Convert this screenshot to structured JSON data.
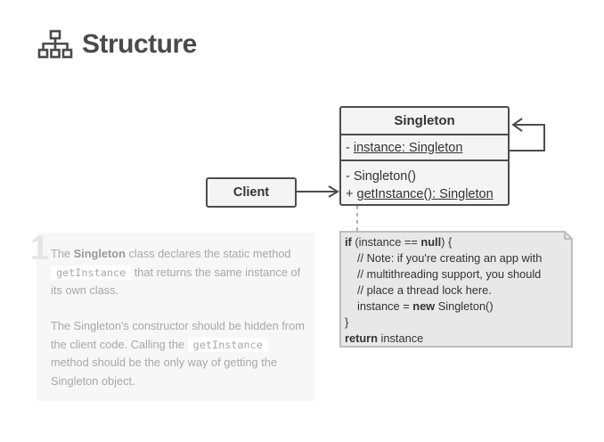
{
  "header": {
    "title": "Structure",
    "icon": "hierarchy-icon"
  },
  "diagram": {
    "singleton_class": {
      "name": "Singleton",
      "attribute": "- instance: Singleton",
      "methods": [
        "- Singleton()",
        "+ getInstance(): Singleton"
      ]
    },
    "client_box": {
      "name": "Client"
    },
    "note": {
      "lines": [
        {
          "kw": "if",
          "text": " (instance == "
        },
        {
          "text": "// Note: if you're creating an app with"
        },
        {
          "text": "// multithreading support, you should"
        },
        {
          "text": "// place a thread lock here."
        },
        {
          "text": "instance = "
        },
        {
          "text": "}"
        },
        {
          "kw": "return",
          "text": " instance"
        }
      ],
      "kw_null": "null",
      "tail_if": ") {",
      "kw_new": "new",
      "tail_new": " Singleton()"
    }
  },
  "description": {
    "number": "1",
    "p1": {
      "pre": "The ",
      "bold": "Singleton",
      "mid": " class declares the static method ",
      "code": "getInstance",
      "post": " that returns the same instance of its own class."
    },
    "p2": {
      "pre": "The Singleton's constructor should be hidden from the client code. Calling the ",
      "code": "getInstance",
      "post": " method should be the only way of getting the Singleton object."
    }
  },
  "colors": {
    "border": "#4d4d4d",
    "box_fill": "#f4f4f4",
    "note_fill": "#e8e8e8",
    "desc_text": "#a8a8a8"
  }
}
